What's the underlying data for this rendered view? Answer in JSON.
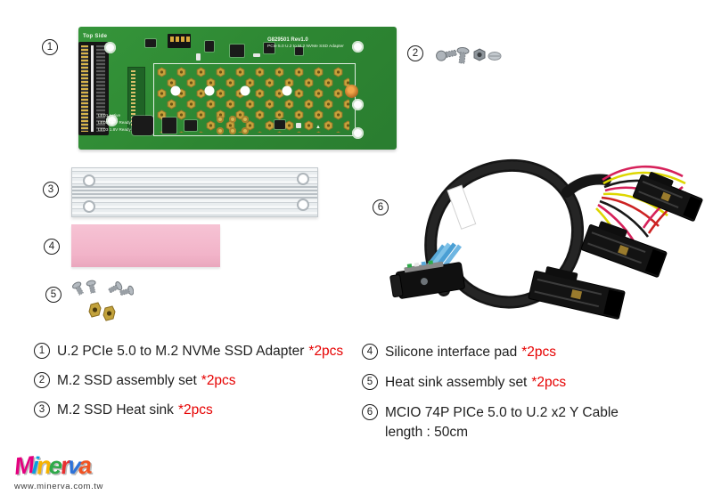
{
  "callouts": {
    "c1": "1",
    "c2": "2",
    "c3": "3",
    "c4": "4",
    "c5": "5",
    "c6": "6"
  },
  "board": {
    "top_side": "Top Side",
    "silkscreen_line1": "G829501 Rev1.0",
    "silkscreen_line2": "PCIe 5.0 U.2 to M.2 NVMe SSD Adapter",
    "led_labels": [
      "LED1  Active",
      "LED2  3.3V Ready",
      "LED3  1.8V Ready"
    ],
    "warn_mark": "▲"
  },
  "legend": {
    "left": [
      {
        "num": "1",
        "text": "U.2 PCIe 5.0 to M.2 NVMe SSD Adapter",
        "qty": "*2pcs"
      },
      {
        "num": "2",
        "text": "M.2 SSD assembly set",
        "qty": "*2pcs"
      },
      {
        "num": "3",
        "text": "M.2 SSD Heat sink",
        "qty": "*2pcs"
      }
    ],
    "right": [
      {
        "num": "4",
        "text": "Silicone interface pad",
        "qty": "*2pcs"
      },
      {
        "num": "5",
        "text": "Heat sink assembly set",
        "qty": "*2pcs"
      },
      {
        "num": "6",
        "text": "MCIO 74P PICe 5.0 to U.2 x2 Y Cable",
        "qty": "",
        "line2": "length : 50cm"
      }
    ]
  },
  "logo": {
    "letters": [
      "M",
      "i",
      "n",
      "e",
      "r",
      "v",
      "a"
    ],
    "letter_colors": [
      "#e4007f",
      "#0a9fe0",
      "#f6b300",
      "#2faa4a",
      "#e83030",
      "#2d72d9",
      "#f05323"
    ],
    "url": "www.minerva.com.tw"
  },
  "colors": {
    "pcb_green": "#2e8b33",
    "qty_red": "#e60000",
    "pad_pink": "#f2b4c9",
    "heatsink_silver": "#e9edef",
    "cable_black": "#161616",
    "wire_magenta": "#d6215a",
    "wire_yellow": "#ddd600",
    "wire_red": "#cc2222",
    "mcio_blue": "#58a8d8"
  }
}
